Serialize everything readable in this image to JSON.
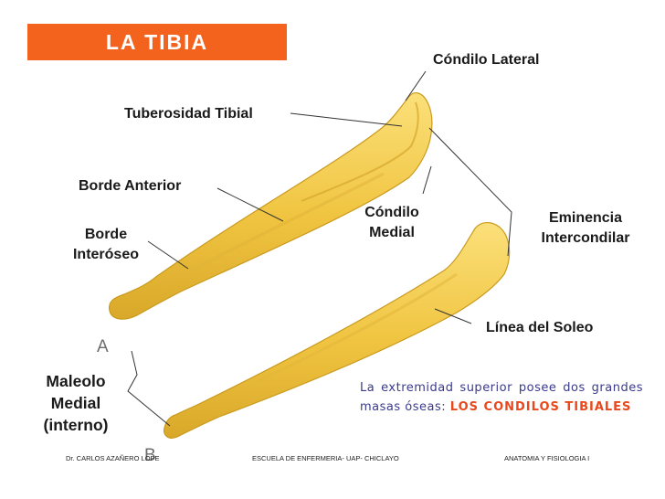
{
  "title": "LA TIBIA",
  "labels": {
    "condilo_lateral": "Cóndilo Lateral",
    "tuberosidad_tibial": "Tuberosidad Tibial",
    "borde_anterior": "Borde Anterior",
    "condilo_medial": [
      "Cóndilo",
      "Medial"
    ],
    "eminencia_intercondilar": [
      "Eminencia",
      "Intercondilar"
    ],
    "borde_interoseo": [
      "Borde",
      "Interóseo"
    ],
    "linea_soleo": "Línea del Soleo",
    "maleolo_medial": [
      "Maleolo",
      "Medial",
      "(interno)"
    ]
  },
  "markers": {
    "a": "A",
    "b": "B"
  },
  "note": {
    "text": "La extremidad superior posee dos grandes masas óseas:",
    "highlight": "LOS CONDILOS TIBIALES"
  },
  "footer": {
    "author": "Dr. CARLOS AZAÑERO LOPE",
    "school": "ESCUELA DE ENFERMERIA- UAP- CHICLAYO",
    "course": "ANATOMIA Y FISIOLOGIA I"
  },
  "colors": {
    "title_bg": "#f4631d",
    "bone_fill": "#f2c94c",
    "bone_shadow": "#c99a1e",
    "note_text": "#3a3a8c",
    "note_highlight": "#e8481c"
  }
}
